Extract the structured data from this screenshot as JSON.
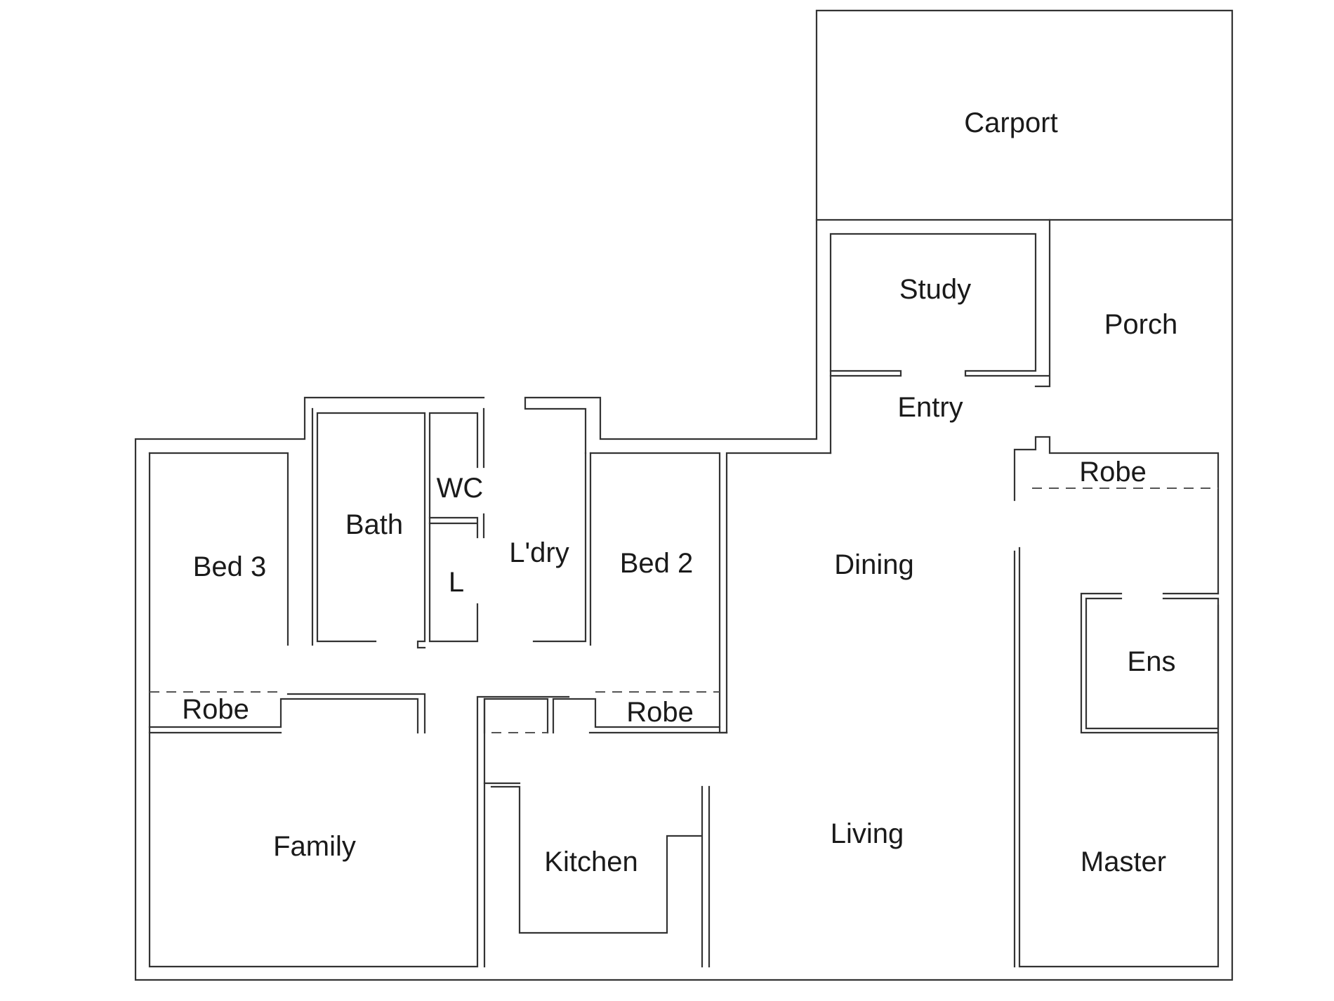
{
  "rooms": {
    "carport": "Carport",
    "study": "Study",
    "porch": "Porch",
    "entry": "Entry",
    "robe_master": "Robe",
    "bath": "Bath",
    "wc": "WC",
    "bed3": "Bed 3",
    "ldry": "L'dry",
    "bed2": "Bed 2",
    "dining": "Dining",
    "linen": "L",
    "ens": "Ens",
    "robe_bed3": "Robe",
    "robe_bed2": "Robe",
    "family": "Family",
    "living": "Living",
    "kitchen": "Kitchen",
    "master": "Master"
  }
}
